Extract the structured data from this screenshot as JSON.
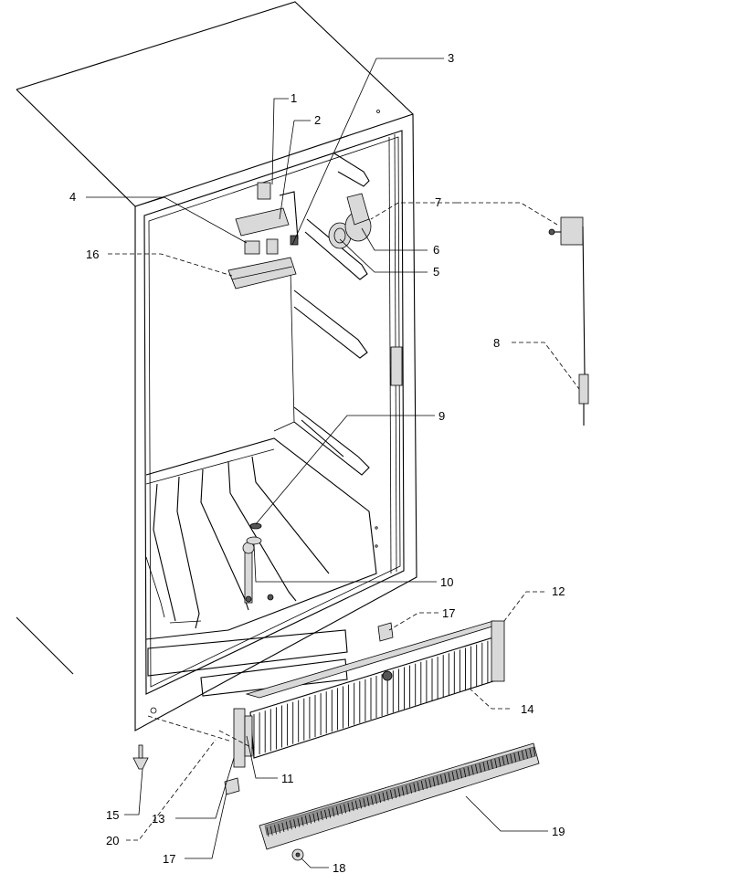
{
  "callouts": [
    {
      "id": "c1",
      "text": "1"
    },
    {
      "id": "c2",
      "text": "2"
    },
    {
      "id": "c3",
      "text": "3"
    },
    {
      "id": "c4",
      "text": "4"
    },
    {
      "id": "c5",
      "text": "5"
    },
    {
      "id": "c6",
      "text": "6"
    },
    {
      "id": "c7",
      "text": "7"
    },
    {
      "id": "c8",
      "text": "8"
    },
    {
      "id": "c9",
      "text": "9"
    },
    {
      "id": "c10",
      "text": "10"
    },
    {
      "id": "c11",
      "text": "11"
    },
    {
      "id": "c12",
      "text": "12"
    },
    {
      "id": "c13",
      "text": "13"
    },
    {
      "id": "c14",
      "text": "14"
    },
    {
      "id": "c15",
      "text": "15"
    },
    {
      "id": "c16",
      "text": "16"
    },
    {
      "id": "c17a",
      "text": "17"
    },
    {
      "id": "c17b",
      "text": "17"
    },
    {
      "id": "c18",
      "text": "18"
    },
    {
      "id": "c19",
      "text": "19"
    },
    {
      "id": "c20",
      "text": "20"
    }
  ]
}
